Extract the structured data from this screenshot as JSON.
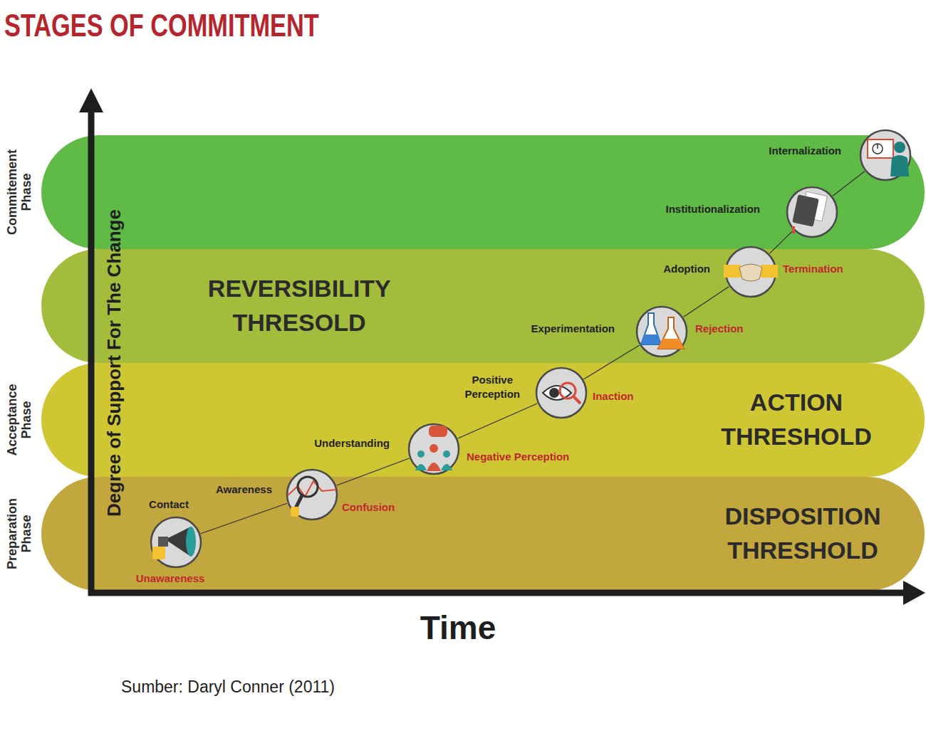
{
  "diagram": {
    "title": "STAGES OF COMMITMENT",
    "caption": "Sumber: Daryl Conner (2011)",
    "nodes": [
      {
        "text": [
          "Commitement Phase"
        ]
      },
      {
        "text": [
          "REVERSIBILITY THRESOLD"
        ]
      },
      {
        "text": [
          "Acceptance Phase",
          "ACTION THRESHOLD"
        ]
      },
      {
        "text": [
          "Preparation Phase",
          "DISPOSITION THRESHOLD"
        ]
      },
      {
        "text": [
          "Contact",
          "Unawareness"
        ]
      },
      {
        "text": [
          "Awareness",
          "Confusion"
        ]
      },
      {
        "text": [
          "Understanding",
          "Negative Perception"
        ]
      },
      {
        "text": [
          "Positive Perception",
          "Inaction"
        ]
      },
      {
        "text": [
          "Experimentation",
          "Rejection"
        ]
      },
      {
        "text": [
          "Adoption",
          "Termination"
        ]
      },
      {
        "text": [
          "Institutionalization"
        ]
      },
      {
        "text": [
          "Internalization"
        ]
      }
    ],
    "edges": [
      {
        "from": 4,
        "to": 5,
        "arrow": "none"
      },
      {
        "from": 5,
        "to": 6,
        "arrow": "none"
      },
      {
        "from": 6,
        "to": 7,
        "arrow": "none"
      },
      {
        "from": 7,
        "to": 8,
        "arrow": "none"
      },
      {
        "from": 8,
        "to": 9,
        "arrow": "none"
      },
      {
        "from": 9,
        "to": 10,
        "arrow": "none"
      },
      {
        "from": 10,
        "to": 11,
        "arrow": "none"
      }
    ],
    "labels": [
      "Degree of Support For The Change",
      "Time"
    ]
  }
}
